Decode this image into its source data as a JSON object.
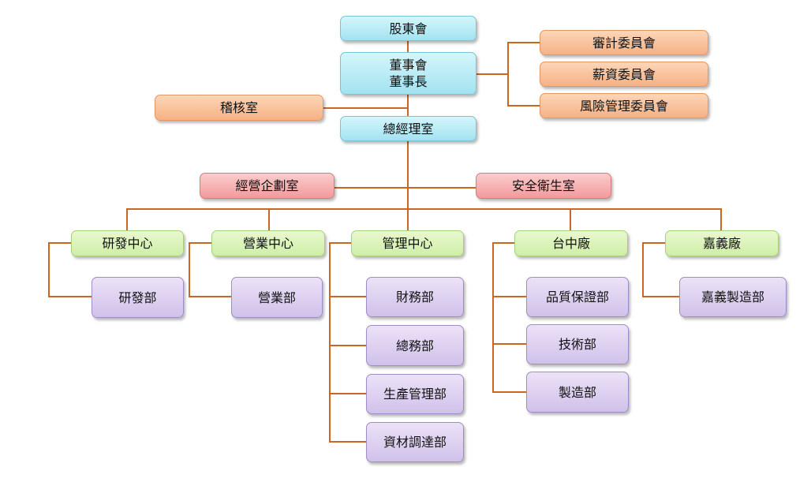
{
  "colors": {
    "connector": "#cc6620",
    "board": "#b6e9f5",
    "committee": "#f8c29c",
    "staff": "#f6b3b5",
    "center": "#dcf4bb",
    "department": "#ddd1f0"
  },
  "nodes": {
    "shareholders": "股東會",
    "board_line1": "董事會",
    "board_line2": "董事長",
    "audit_committee": "審計委員會",
    "compensation_committee": "薪資委員會",
    "risk_committee": "風險管理委員會",
    "internal_audit": "稽核室",
    "president_office": "總經理室",
    "planning_office": "經營企劃室",
    "safety_office": "安全衛生室",
    "rd_center": "研發中心",
    "sales_center": "營業中心",
    "admin_center": "管理中心",
    "taichung_plant": "台中廠",
    "chiayi_plant": "嘉義廠",
    "rd_dept": "研發部",
    "sales_dept": "營業部",
    "finance_dept": "財務部",
    "general_affairs_dept": "總務部",
    "production_mgmt_dept": "生產管理部",
    "materials_dept": "資材調達部",
    "quality_dept": "品質保證部",
    "tech_dept": "技術部",
    "manufacturing_dept": "製造部",
    "chiayi_mfg_dept": "嘉義製造部"
  }
}
